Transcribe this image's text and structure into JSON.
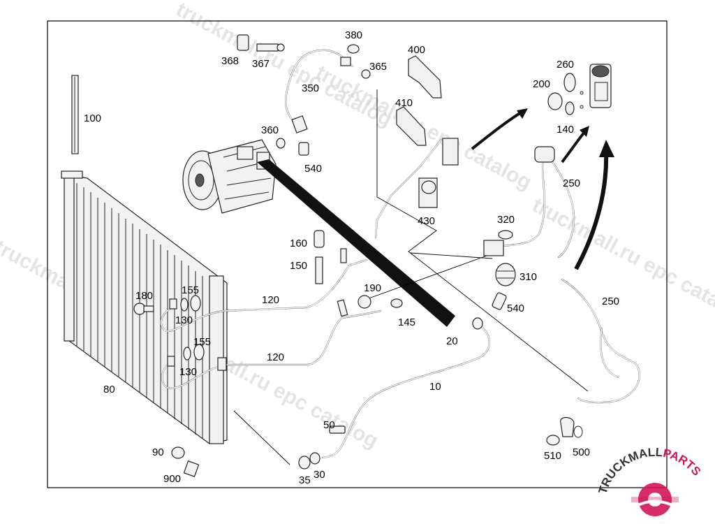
{
  "labels": {
    "l10": "10",
    "l20": "20",
    "l30": "30",
    "l35": "35",
    "l50": "50",
    "l80": "80",
    "l90": "90",
    "l100": "100",
    "l120a": "120",
    "l120b": "120",
    "l130a": "130",
    "l130b": "130",
    "l140": "140",
    "l145": "145",
    "l150": "150",
    "l155a": "155",
    "l155b": "155",
    "l160": "160",
    "l180": "180",
    "l190": "190",
    "l200": "200",
    "l250a": "250",
    "l250b": "250",
    "l260": "260",
    "l310": "310",
    "l320": "320",
    "l350": "350",
    "l360": "360",
    "l365": "365",
    "l367": "367",
    "l368": "368",
    "l380": "380",
    "l400": "400",
    "l410": "410",
    "l430": "430",
    "l500": "500",
    "l510": "510",
    "l540a": "540",
    "l540b": "540",
    "l900": "900"
  },
  "watermarks": [
    "truckmall.ru epc catalog",
    "truckmall.ru epc catalog",
    "truckmall.ru epc catalog",
    "truckmall.ru epc catalog",
    "truckmall.ru epc catalog"
  ],
  "brand": {
    "name_left": "TRUCKMALL",
    "name_right": "PARTS",
    "color_dark": "#333333",
    "color_accent": "#d4145a"
  }
}
